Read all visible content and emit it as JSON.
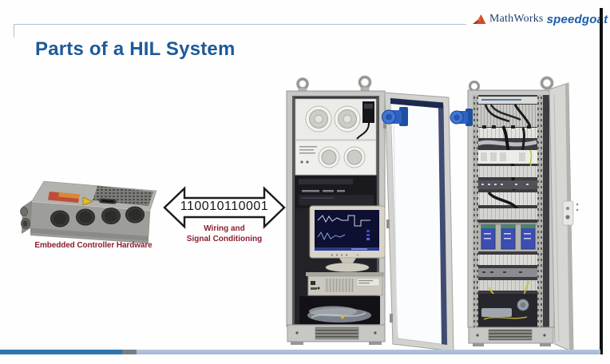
{
  "header": {
    "brand_mathworks": "MathWorks",
    "brand_speedgoat": "speedgoat"
  },
  "slide": {
    "title": "Parts of a HIL System"
  },
  "diagram": {
    "controller_label": "Embedded Controller Hardware",
    "binary_signal": "110010110001",
    "wiring_label_line1": "Wiring and",
    "wiring_label_line2": "Signal Conditioning"
  },
  "icons": {
    "mathworks_triangle": "membrane-triangle-logo",
    "binary_arrow": "double-headed-arrow",
    "cee_plug": "blue-industrial-connector"
  },
  "colors": {
    "title": "#1d5a99",
    "diagram_label": "#8c1f2e",
    "brand_navy": "#1f3f72",
    "brand_blue": "#1a5eac",
    "logo_red": "#cf4a2a",
    "progress_played": "#2e76ad",
    "progress_handle": "#757e85",
    "progress_track": "#a8bcd4",
    "slide_frame_line": "#a9c3d8"
  },
  "player": {
    "progress_fraction": 0.2
  }
}
